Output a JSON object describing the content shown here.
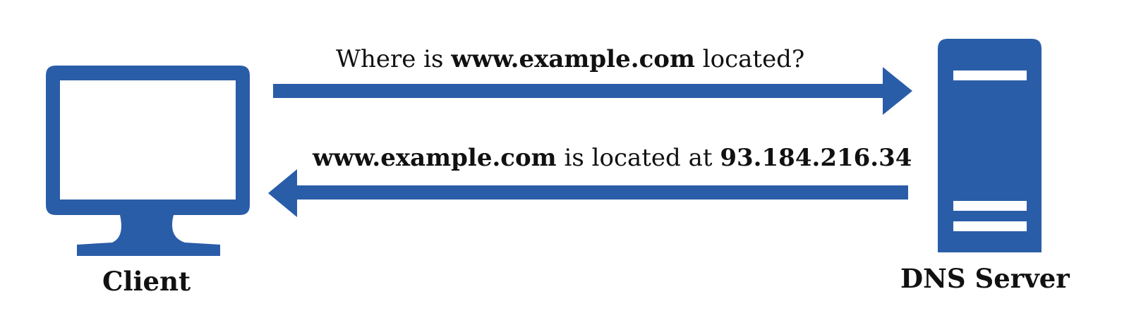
{
  "colors": {
    "accent": "#2a5da8",
    "text": "#111111",
    "background": "#ffffff"
  },
  "icons": {
    "client": "desktop-monitor-icon",
    "server": "server-tower-icon"
  },
  "nodes": {
    "client_label": "Client",
    "server_label": "DNS Server"
  },
  "request": {
    "prefix": "Where is ",
    "domain": "www.example.com",
    "suffix": " located?"
  },
  "response": {
    "domain": "www.example.com",
    "middle": " is located at ",
    "ip": "93.184.216.34"
  }
}
